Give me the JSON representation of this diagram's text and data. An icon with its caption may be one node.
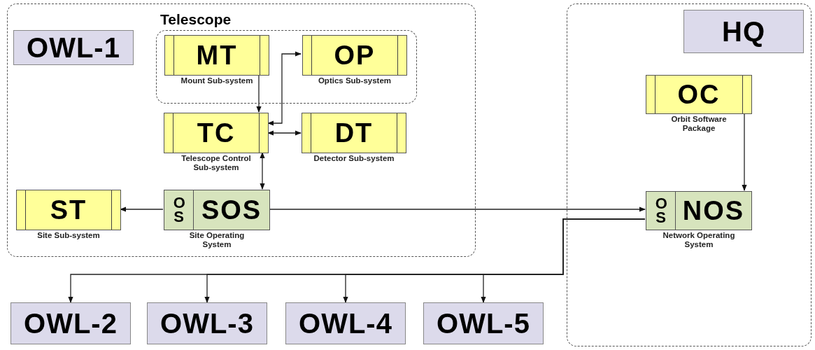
{
  "diagram": {
    "nodes": [
      {
        "text": [],
        "shape": "box"
      },
      {
        "text": [
          "OWL-1"
        ],
        "in": 0
      },
      {
        "text": [
          "Telescope"
        ],
        "in": 0
      },
      {
        "text": [
          "MT",
          "Mount Sub-system"
        ],
        "in": 2
      },
      {
        "text": [
          "OP",
          "Optics Sub-system"
        ],
        "in": 2
      },
      {
        "text": [
          "TC",
          "Telescope Control Sub-system"
        ],
        "in": 0
      },
      {
        "text": [
          "DT",
          "Detector Sub-system"
        ],
        "in": 0
      },
      {
        "text": [
          "ST",
          "Site Sub-system"
        ],
        "in": 0
      },
      {
        "text": [
          "OS",
          "SOS",
          "Site Operating System"
        ],
        "in": 0
      },
      {
        "text": [],
        "shape": "box"
      },
      {
        "text": [
          "HQ"
        ],
        "in": 9
      },
      {
        "text": [
          "OC",
          "Orbit Software Package"
        ],
        "in": 9
      },
      {
        "text": [
          "OS",
          "NOS",
          "Network Operating System"
        ],
        "in": 9
      },
      {
        "text": [
          "OWL-2"
        ]
      },
      {
        "text": [
          "OWL-3"
        ]
      },
      {
        "text": [
          "OWL-4"
        ]
      },
      {
        "text": [
          "OWL-5"
        ]
      }
    ],
    "edges": [
      {
        "from": 3,
        "to": 5,
        "arrow": "to"
      },
      {
        "from": 5,
        "to": 4,
        "arrow": "both"
      },
      {
        "from": 5,
        "to": 6,
        "arrow": "both"
      },
      {
        "from": 5,
        "to": 8,
        "arrow": "both"
      },
      {
        "from": 8,
        "to": 7,
        "arrow": "to"
      },
      {
        "from": 8,
        "to": 12,
        "arrow": "to"
      },
      {
        "from": 11,
        "to": 12,
        "arrow": "to"
      },
      {
        "from": 12,
        "to": 13,
        "arrow": "to"
      },
      {
        "from": 12,
        "to": 14,
        "arrow": "to"
      },
      {
        "from": 12,
        "to": 15,
        "arrow": "to"
      },
      {
        "from": 12,
        "to": 16,
        "arrow": "to"
      }
    ]
  }
}
